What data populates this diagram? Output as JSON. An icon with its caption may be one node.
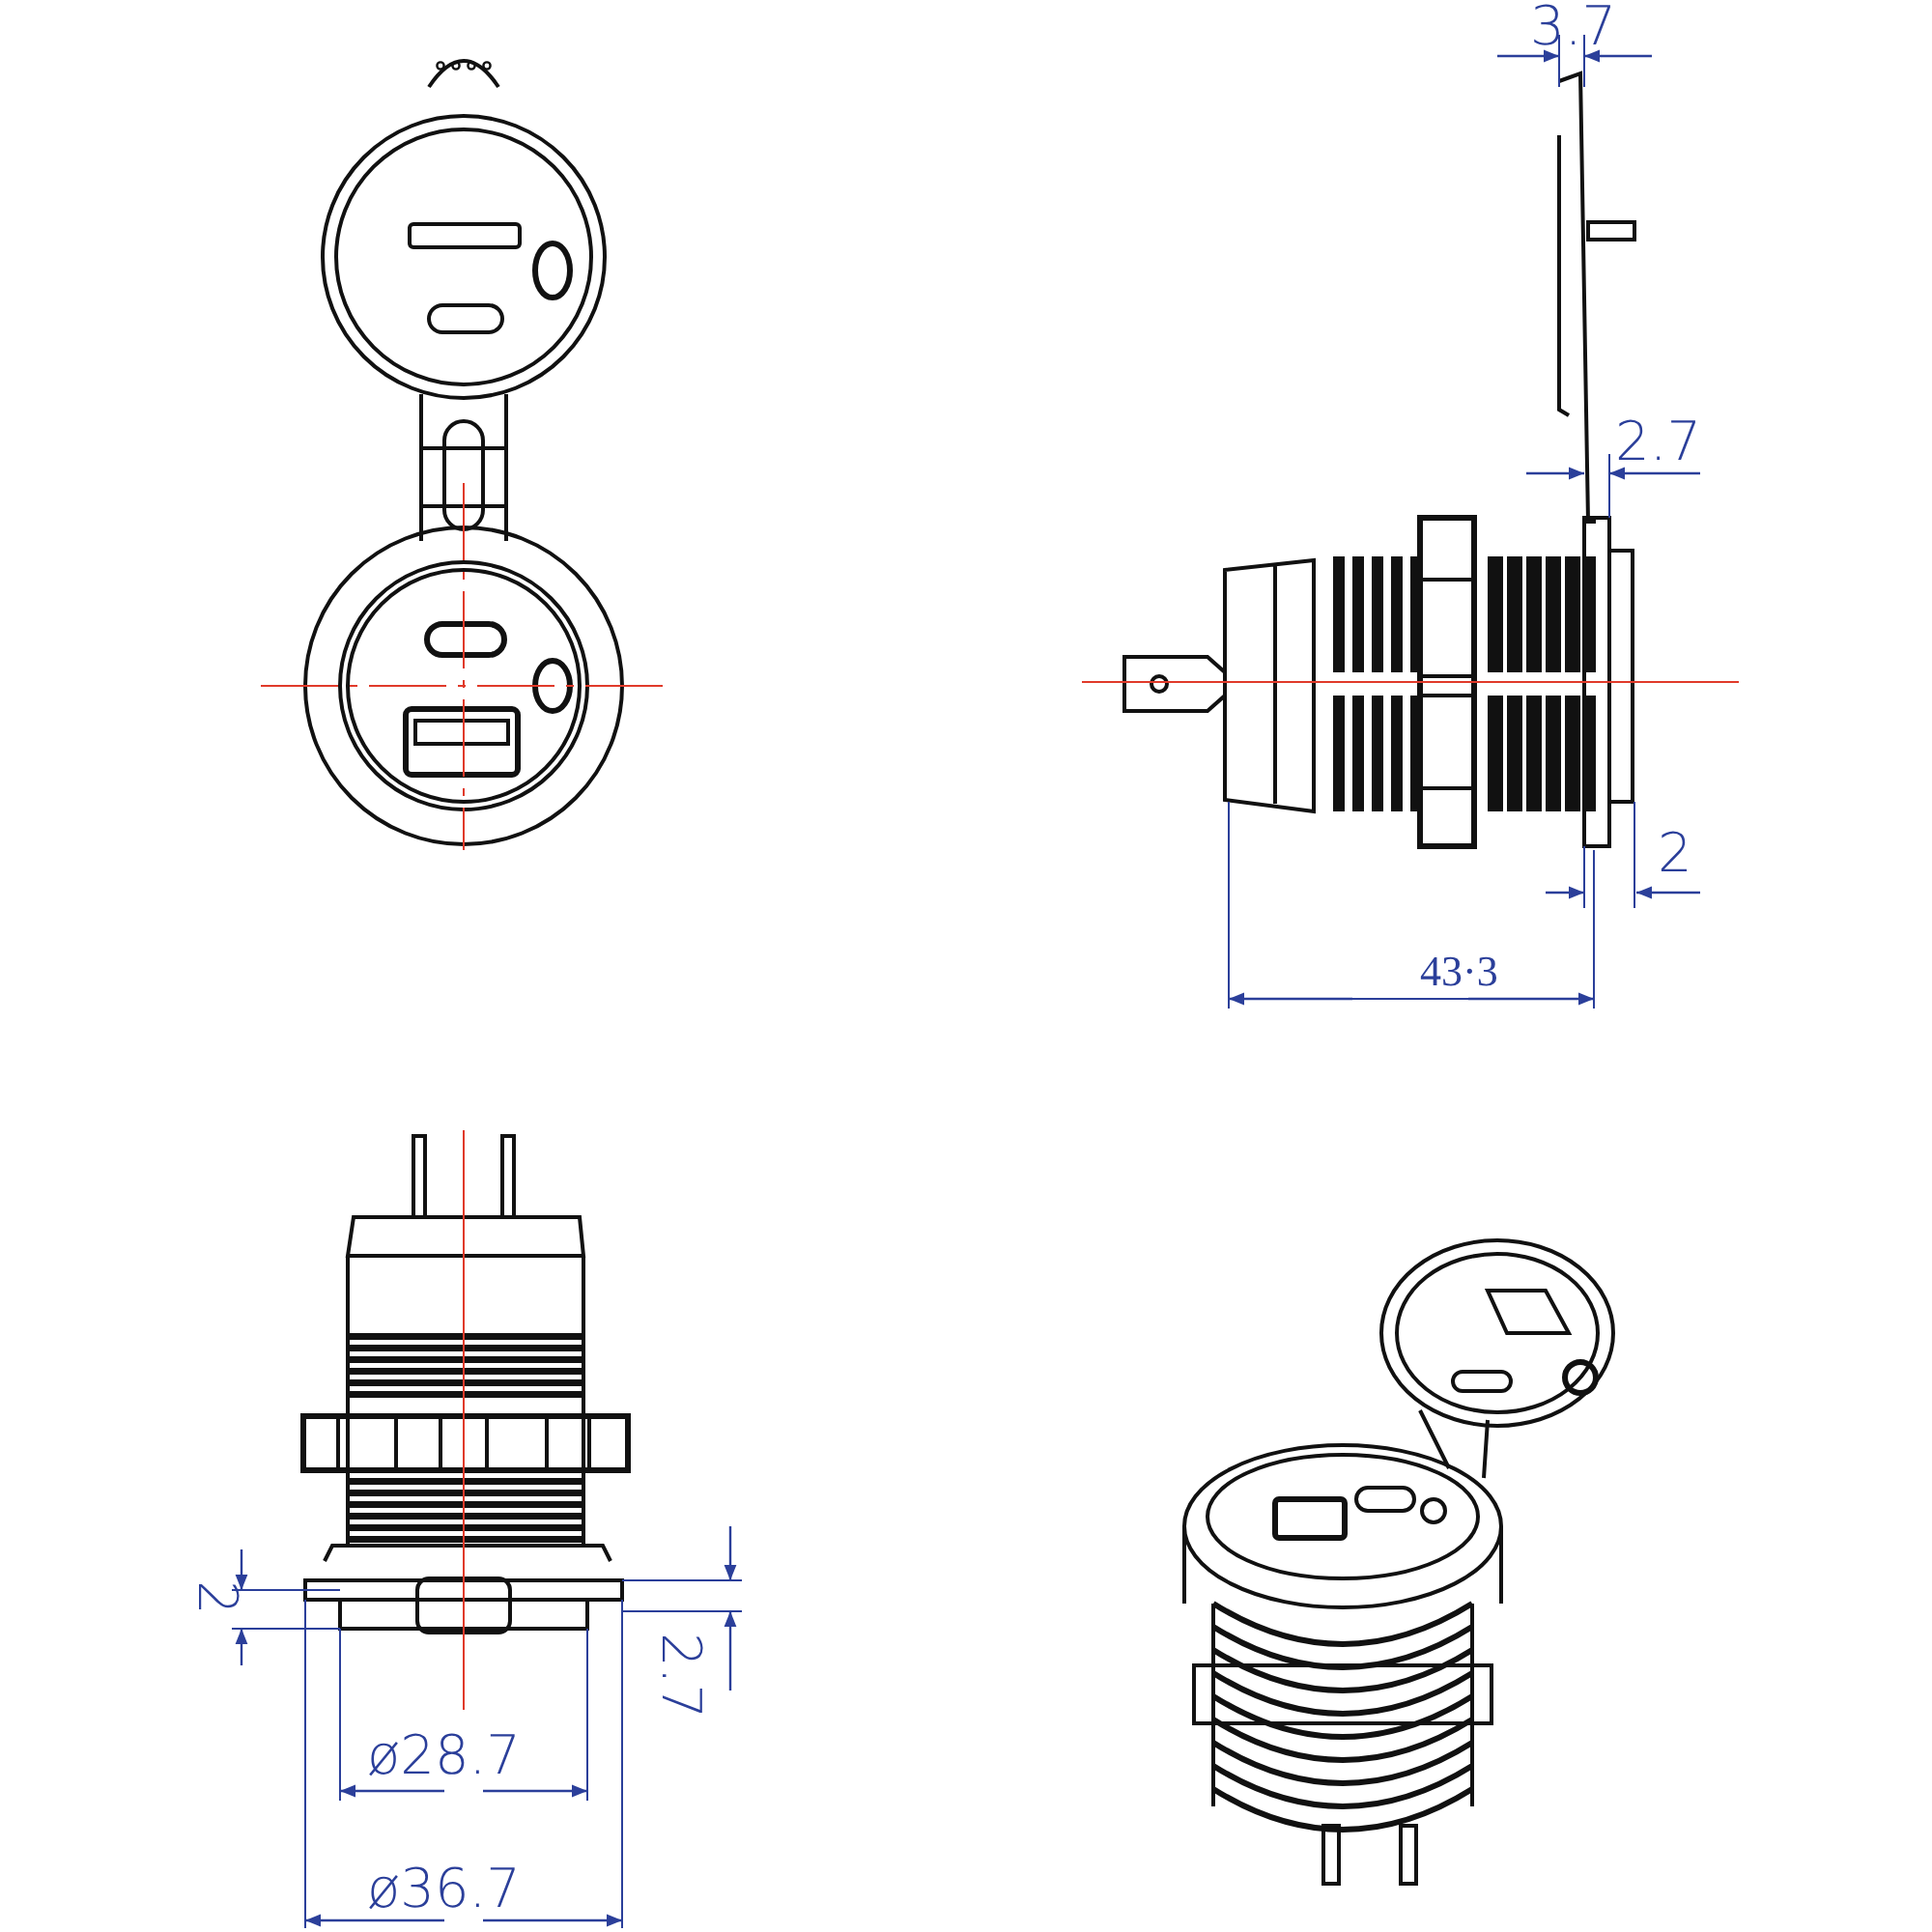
{
  "diagram": {
    "labels": [
      "3.7",
      "2.7",
      "2",
      "43·3",
      "2",
      "2.7",
      "ø28.7",
      "ø36.7"
    ]
  }
}
